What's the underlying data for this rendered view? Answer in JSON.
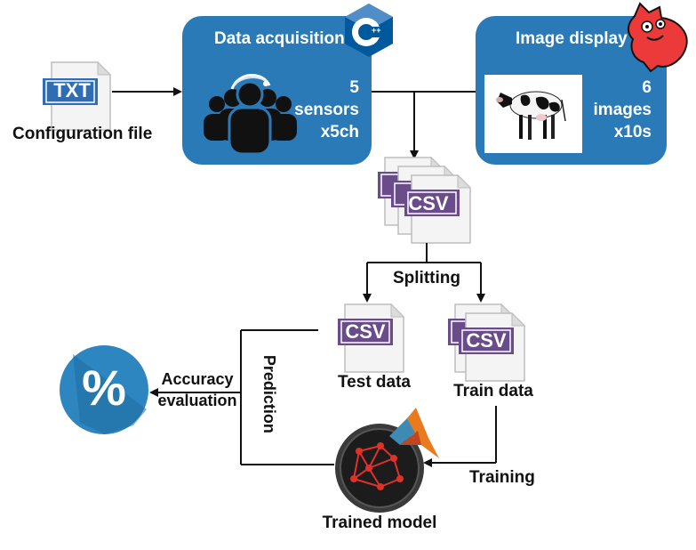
{
  "config_file": {
    "badge": "TXT",
    "label": "Configuration file"
  },
  "acquisition": {
    "title": "Data acquisition",
    "line1": "5",
    "line2": "sensors",
    "line3": "x5ch",
    "logo_text": "C",
    "logo_sup": "++"
  },
  "display": {
    "title": "Image display",
    "line1": "6",
    "line2": "images",
    "line3": "x10s"
  },
  "files": {
    "csv_badge": "CSV"
  },
  "splitting": {
    "label": "Splitting"
  },
  "test": {
    "label": "Test data"
  },
  "train": {
    "label": "Train data"
  },
  "prediction": {
    "label": "Prediction"
  },
  "accuracy": {
    "line1": "Accuracy",
    "line2": "evaluation",
    "symbol": "%"
  },
  "model": {
    "label": "Trained model"
  },
  "training": {
    "label": "Training"
  },
  "colors": {
    "box_blue": "#2a7ab8",
    "csv_purple": "#6b4c8a",
    "txt_blue": "#2f6db5",
    "percent_circle": "#2e86c1"
  }
}
